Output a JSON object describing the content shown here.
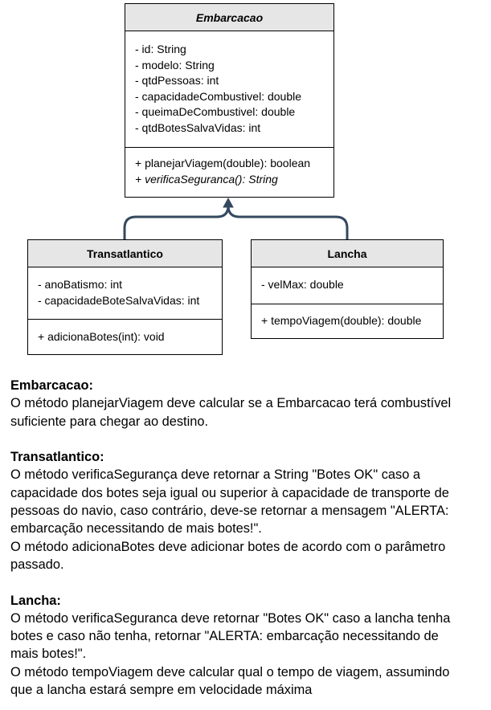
{
  "diagram": {
    "classes": {
      "embarcacao": {
        "name": "Embarcacao",
        "attributes": [
          "- id: String",
          "- modelo: String",
          "- qtdPessoas: int",
          "- capacidadeCombustivel: double",
          "- queimaDeCombustivel: double",
          "- qtdBotesSalvaVidas: int"
        ],
        "methods": [
          "+ planejarViagem(double): boolean",
          "+ verificaSeguranca(): String"
        ]
      },
      "transatlantico": {
        "name": "Transatlantico",
        "attributes": [
          "- anoBatismo: int",
          "- capacidadeBoteSalvaVidas: int"
        ],
        "methods": [
          "+ adicionaBotes(int): void"
        ]
      },
      "lancha": {
        "name": "Lancha",
        "attributes": [
          "- velMax: double"
        ],
        "methods": [
          "+ tempoViagem(double): double"
        ]
      }
    },
    "relations": [
      {
        "from": "Transatlantico",
        "to": "Embarcacao",
        "type": "inheritance"
      },
      {
        "from": "Lancha",
        "to": "Embarcacao",
        "type": "inheritance"
      }
    ]
  },
  "description": {
    "embarcacao": {
      "heading": "Embarcacao:",
      "lines": [
        "O método planejarViagem deve calcular se a Embarcacao terá combustível",
        "suficiente para chegar ao destino."
      ]
    },
    "transatlantico": {
      "heading": "Transatlantico:",
      "lines": [
        "O método verificaSegurança deve retornar a String \"Botes OK\" caso a",
        "capacidade dos botes seja igual ou superior à capacidade de transporte de",
        "pessoas do navio, caso contrário, deve-se retornar a mensagem \"ALERTA:",
        "embarcação necessitando de mais botes!\".",
        "O método adicionaBotes deve adicionar botes de acordo com o parâmetro",
        "passado."
      ]
    },
    "lancha": {
      "heading": "Lancha:",
      "lines": [
        "O método verificaSeguranca deve retornar \"Botes OK\" caso a lancha tenha",
        "botes e caso não tenha, retornar \"ALERTA: embarcação necessitando de",
        "mais botes!\".",
        "O método tempoViagem deve calcular qual o tempo de viagem, assumindo",
        "que a lancha estará sempre em velocidade máxima"
      ]
    }
  },
  "colors": {
    "connector": "#34495e",
    "header_fill": "#e6e6e6",
    "border": "#000000"
  }
}
